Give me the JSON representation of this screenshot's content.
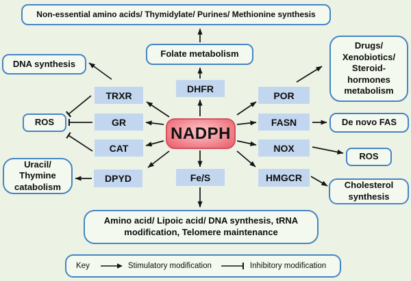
{
  "diagram": {
    "title_hidden": "",
    "colors": {
      "background": "#ecf3e5",
      "box_border_blue": "#4484c4",
      "enzyme_box_fill": "#c2d6ef",
      "nadph_fill_center": "#fbc3c6",
      "nadph_fill_edge": "#e65f6b",
      "nadph_border": "#d55060",
      "edge_stroke": "#141414"
    },
    "center": {
      "label": "NADPH"
    },
    "boxes": {
      "top": "Non-essential amino acids/ Thymidylate/ Purines/ Methionine synthesis",
      "folate": "Folate metabolism",
      "dna": "DNA synthesis",
      "drugs": "Drugs/\nXenobiotics/\nSteroid-\nhormones\nmetabolism",
      "de_novo_fas": "De novo FAS",
      "ros_left": "ROS",
      "ros_right": "ROS",
      "uracil": "Uracil/\nThymine\ncatabolism",
      "cholesterol": "Cholesterol\nsynthesis",
      "bottom": "Amino acid/ Lipoic acid/ DNA synthesis, tRNA modification, Telomere maintenance",
      "trxr": "TRXR",
      "gr": "GR",
      "cat": "CAT",
      "dpyd": "DPYD",
      "dhfr": "DHFR",
      "fes": "Fe/S",
      "por": "POR",
      "fasn": "FASN",
      "nox": "NOX",
      "hmgcr": "HMGCR"
    },
    "key": {
      "title": "Key",
      "stimulatory": "Stimulatory modification",
      "inhibitory": "Inhibitory modification"
    },
    "edges": [
      {
        "from": "nadph",
        "to": "dhfr",
        "type": "stimulatory"
      },
      {
        "from": "dhfr",
        "to": "folate",
        "type": "stimulatory"
      },
      {
        "from": "folate",
        "to": "top",
        "type": "stimulatory"
      },
      {
        "from": "nadph",
        "to": "fes",
        "type": "stimulatory"
      },
      {
        "from": "fes",
        "to": "bottom",
        "type": "stimulatory"
      },
      {
        "from": "nadph",
        "to": "trxr",
        "type": "stimulatory"
      },
      {
        "from": "nadph",
        "to": "gr",
        "type": "stimulatory"
      },
      {
        "from": "nadph",
        "to": "cat",
        "type": "stimulatory"
      },
      {
        "from": "nadph",
        "to": "dpyd",
        "type": "stimulatory"
      },
      {
        "from": "nadph",
        "to": "por",
        "type": "stimulatory"
      },
      {
        "from": "nadph",
        "to": "fasn",
        "type": "stimulatory"
      },
      {
        "from": "nadph",
        "to": "nox",
        "type": "stimulatory"
      },
      {
        "from": "nadph",
        "to": "hmgcr",
        "type": "stimulatory"
      },
      {
        "from": "trxr",
        "to": "dna",
        "type": "stimulatory"
      },
      {
        "from": "trxr",
        "to": "ros_left",
        "type": "inhibitory"
      },
      {
        "from": "gr",
        "to": "ros_left",
        "type": "inhibitory"
      },
      {
        "from": "cat",
        "to": "ros_left",
        "type": "inhibitory"
      },
      {
        "from": "dpyd",
        "to": "uracil",
        "type": "stimulatory"
      },
      {
        "from": "por",
        "to": "drugs",
        "type": "stimulatory"
      },
      {
        "from": "fasn",
        "to": "de_novo_fas",
        "type": "stimulatory"
      },
      {
        "from": "nox",
        "to": "ros_right",
        "type": "stimulatory"
      },
      {
        "from": "hmgcr",
        "to": "cholesterol",
        "type": "stimulatory"
      }
    ]
  }
}
